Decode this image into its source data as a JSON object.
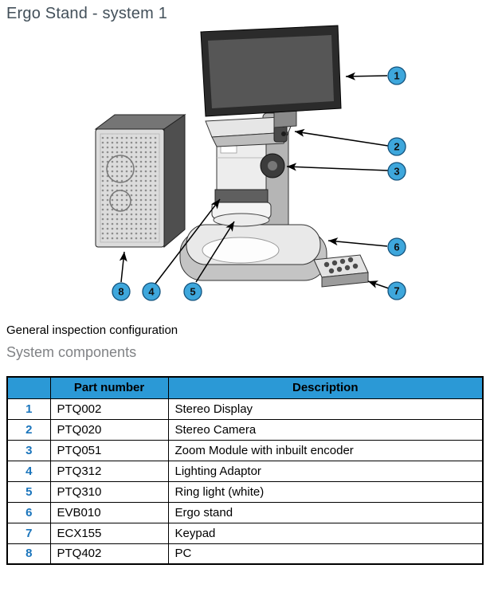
{
  "page": {
    "title": "Ergo Stand - system 1",
    "caption": "General inspection configuration",
    "section_title": "System components"
  },
  "colors": {
    "accent_blue": "#2B99D6",
    "callout_fill": "#3EA7DC",
    "row_number_blue": "#1B75BC",
    "title_color": "#43505A",
    "section_title_color": "#808285"
  },
  "diagram": {
    "callouts": [
      "1",
      "2",
      "3",
      "4",
      "5",
      "6",
      "7",
      "8"
    ]
  },
  "table": {
    "headers": [
      "",
      "Part number",
      "Description"
    ],
    "rows": [
      {
        "num": "1",
        "part": "PTQ002",
        "desc": "Stereo Display"
      },
      {
        "num": "2",
        "part": "PTQ020",
        "desc": "Stereo Camera"
      },
      {
        "num": "3",
        "part": "PTQ051",
        "desc": "Zoom Module with inbuilt encoder"
      },
      {
        "num": "4",
        "part": "PTQ312",
        "desc": "Lighting Adaptor"
      },
      {
        "num": "5",
        "part": "PTQ310",
        "desc": "Ring light (white)"
      },
      {
        "num": "6",
        "part": "EVB010",
        "desc": "Ergo stand"
      },
      {
        "num": "7",
        "part": "ECX155",
        "desc": "Keypad"
      },
      {
        "num": "8",
        "part": "PTQ402",
        "desc": "PC"
      }
    ]
  }
}
